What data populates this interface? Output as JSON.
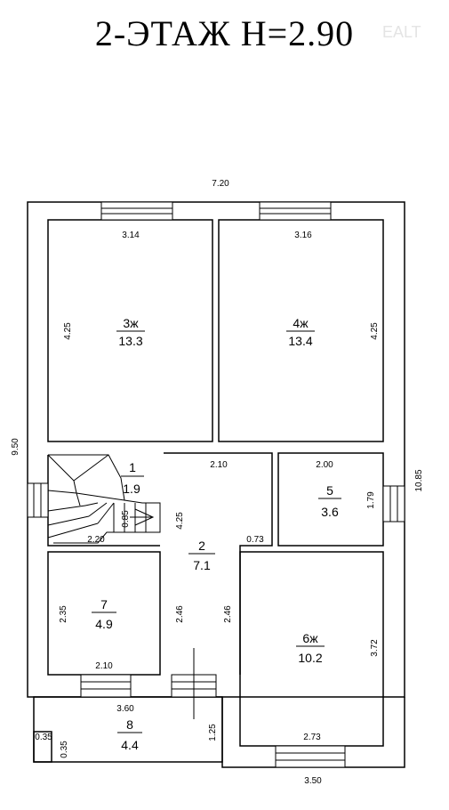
{
  "title": "2-ЭТАЖ  Н=2.90",
  "watermark": "EALT",
  "overall": {
    "width": "7.20",
    "height": "9.50",
    "right_height": "10.85",
    "bottom_width": "3.50"
  },
  "rooms": [
    {
      "id": "r3",
      "number": "3ж",
      "area": "13.3",
      "width": "3.14",
      "height": "4.25"
    },
    {
      "id": "r4",
      "number": "4ж",
      "area": "13.4",
      "width": "3.16",
      "height": "4.25"
    },
    {
      "id": "r1",
      "number": "1",
      "area": "1.9",
      "width": "2.20",
      "height": "0.85"
    },
    {
      "id": "r2",
      "number": "2",
      "area": "7.1",
      "width": "2.10",
      "height": "4.25",
      "lower_height": "2.46",
      "notch": "0.73"
    },
    {
      "id": "r5",
      "number": "5",
      "area": "3.6",
      "width": "2.00",
      "height": "1.79"
    },
    {
      "id": "r7",
      "number": "7",
      "area": "4.9",
      "width": "2.10",
      "height": "2.35"
    },
    {
      "id": "r6",
      "number": "6ж",
      "area": "10.2",
      "width": "2.73",
      "height": "3.72",
      "left_height": "2.46"
    },
    {
      "id": "r8",
      "number": "8",
      "area": "4.4",
      "width": "3.60",
      "height": "1.25",
      "corner": "0.35",
      "corner_v": "0.35"
    }
  ]
}
